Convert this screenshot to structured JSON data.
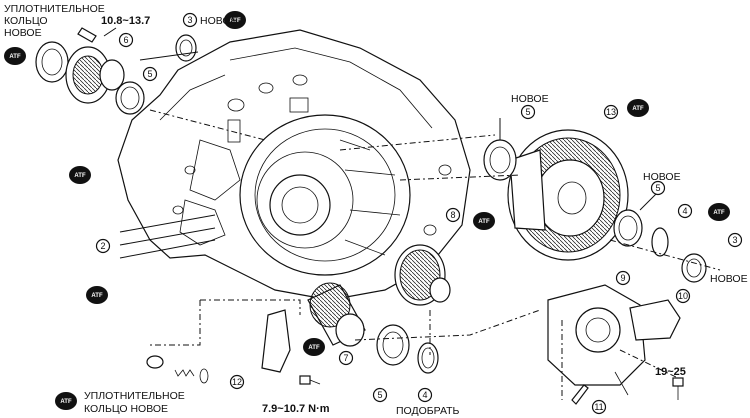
{
  "labels": {
    "seal_top_line1": "УПЛОТНИТЕЛЬНОЕ",
    "seal_top_line2": "КОЛЬЦО",
    "seal_top_line3": "НОВОЕ",
    "torque_top": "10.8~13.7",
    "new_3_top": "НОВОЕ",
    "new_5_right": "НОВОЕ",
    "new_5_far_right": "НОВОЕ",
    "new_3_far_right": "НОВОЕ",
    "seal_bottom_line1": "УПЛОТНИТЕЛЬНОЕ",
    "seal_bottom_line2": "КОЛЬЦО НОВОЕ",
    "torque_bottom": "7.9~10.7 N·m",
    "adjust": "ПОДОБРАТЬ",
    "torque_right": "19~25"
  },
  "atf_badge": "ATF",
  "callouts": [
    "2",
    "3",
    "4",
    "5",
    "6",
    "7",
    "8",
    "9",
    "10",
    "11",
    "12",
    "13"
  ],
  "colors": {
    "ink": "#111111",
    "badge": "#111111",
    "paper": "#ffffff"
  }
}
